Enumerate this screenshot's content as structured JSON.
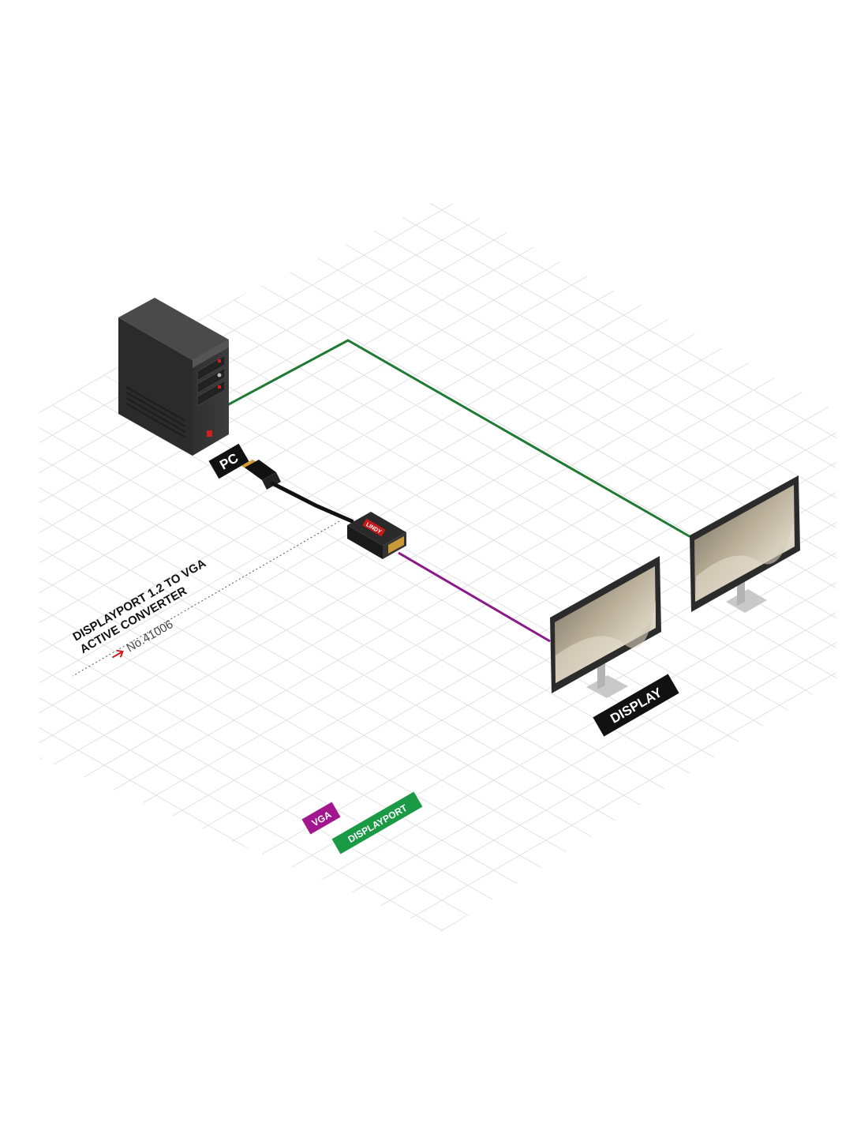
{
  "labels": {
    "pc": "PC",
    "display": "DISPLAY",
    "product_line1": "DISPLAYPORT 1.2 TO VGA",
    "product_line2": "ACTIVE CONVERTER",
    "product_number": "No.41006",
    "adapter_brand": "LINDY"
  },
  "legend": [
    {
      "label": "VGA",
      "color": "#a2178e"
    },
    {
      "label": "DISPLAYPORT",
      "color": "#1b9a46"
    }
  ],
  "colors": {
    "vga_cable": "#8b1a8a",
    "displayport_cable": "#1f7a34",
    "accent_arrow": "#d11f1f",
    "label_bg": "#111111"
  }
}
